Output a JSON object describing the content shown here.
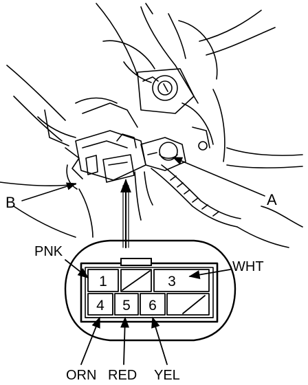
{
  "callouts": {
    "a": "A",
    "b": "B"
  },
  "connector": {
    "pins": [
      {
        "number": "1",
        "wire": "PNK"
      },
      {
        "number": "3",
        "wire": "WHT"
      },
      {
        "number": "4",
        "wire": "ORN"
      },
      {
        "number": "5",
        "wire": "RED"
      },
      {
        "number": "6",
        "wire": "YEL"
      }
    ]
  }
}
